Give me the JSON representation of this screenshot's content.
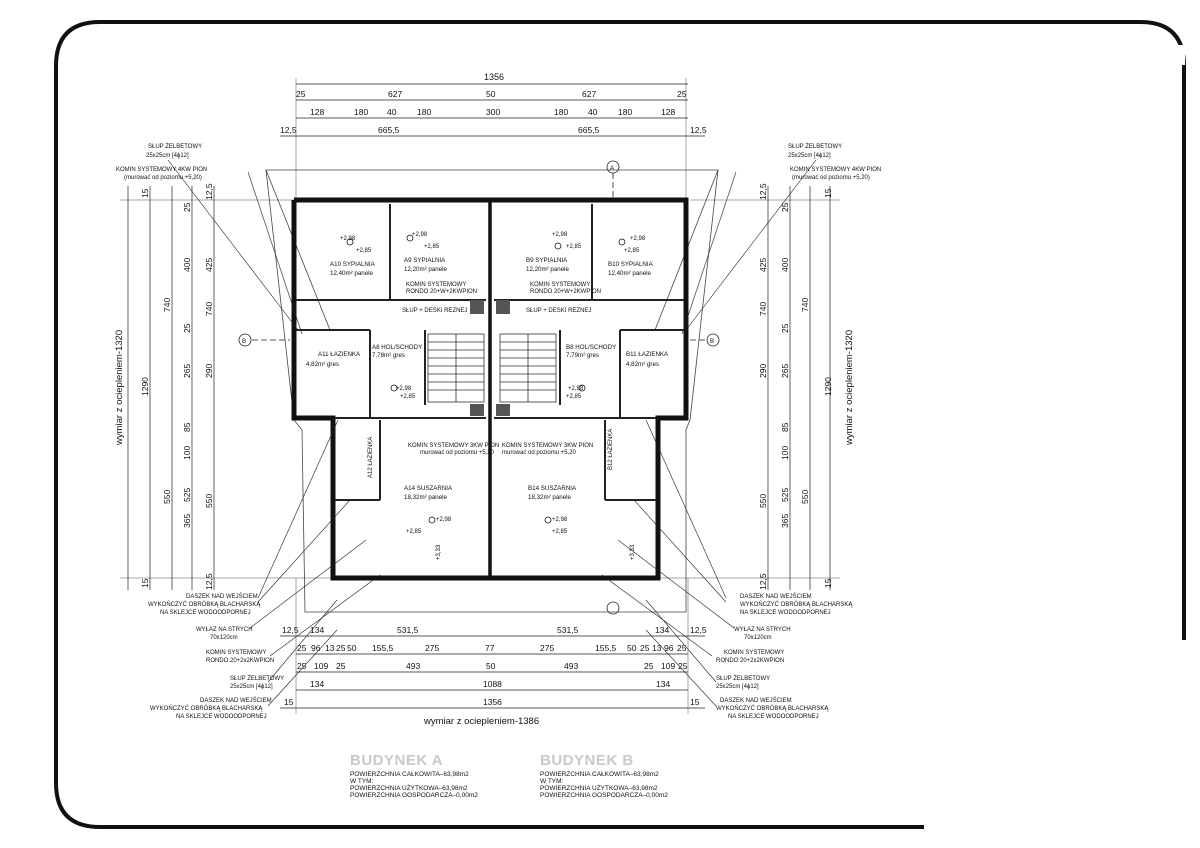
{
  "dims": {
    "top": {
      "overall": "1356",
      "row1": [
        "25",
        "627",
        "50",
        "627",
        "25"
      ],
      "row2": [
        "128",
        "180",
        "40",
        "180",
        "300",
        "180",
        "40",
        "180",
        "128"
      ],
      "row3": [
        "12,5",
        "665,5",
        "665,5",
        "12,5"
      ]
    },
    "bottom": {
      "row1": [
        "12,5",
        "134",
        "531,5",
        "531,5",
        "134",
        "12,5"
      ],
      "row2": [
        "25",
        "96",
        "13",
        "25",
        "50",
        "155,5",
        "275",
        "77",
        "275",
        "155,5",
        "50",
        "25",
        "13",
        "96",
        "25"
      ],
      "row3": [
        "25",
        "109",
        "25",
        "493",
        "50",
        "493",
        "25",
        "109",
        "25"
      ],
      "row4": [
        "134",
        "1088",
        "134"
      ],
      "row5": [
        "15",
        "1356",
        "15"
      ],
      "insulated": "wymiar z ociepleniem-1386"
    },
    "left": {
      "outer": [
        "15",
        "740",
        "1290",
        "550",
        "15"
      ],
      "inner": [
        "25",
        "400",
        "25",
        "265",
        "85",
        "100",
        "365"
      ],
      "mid": [
        "12,5",
        "425",
        "740",
        "290",
        "550",
        "525",
        "12,5"
      ],
      "insulated": "wymiar z ociepleniem-1320"
    },
    "right": {
      "outer": [
        "15",
        "740",
        "1290",
        "550",
        "15"
      ],
      "inner": [
        "25",
        "400",
        "25",
        "265",
        "85",
        "100",
        "365"
      ],
      "mid": [
        "12,5",
        "425",
        "740",
        "290",
        "550",
        "525",
        "12,5"
      ],
      "insulated": "wymiar z ociepleniem-1320"
    }
  },
  "rooms": {
    "a10": {
      "name": "A10 SYPIALNIA",
      "area": "12,40m² panele"
    },
    "a9": {
      "name": "A9 SYPIALNIA",
      "area": "12,20m² panele"
    },
    "b9": {
      "name": "B9 SYPIALNIA",
      "area": "12,20m² panele"
    },
    "b10": {
      "name": "B10 SYPIALNIA",
      "area": "12,40m² panele"
    },
    "a8": {
      "name": "A8 HOL/SCHODY",
      "area": "7,78m² gres"
    },
    "b8": {
      "name": "B8 HOL/SCHODY",
      "area": "7,79m² gres"
    },
    "a11": {
      "name": "A11 ŁAZIENKA",
      "area": "4,82m² gres"
    },
    "b11": {
      "name": "B11 ŁAZIENKA",
      "area": "4,82m² gres"
    },
    "a14": {
      "name": "A14 SUSZARNIA",
      "area": "18,32m² panele"
    },
    "b14": {
      "name": "B14 SUSZARNIA",
      "area": "18,32m² panele"
    },
    "a12": {
      "name": "A12 ŁAZIENKA"
    },
    "b12": {
      "name": "B12 ŁAZIENKA"
    }
  },
  "levels": {
    "l298": "+2,98",
    "l285": "+2,85",
    "l333": "+3,33"
  },
  "notes": {
    "slup_title": "SŁUP ŻELBETOWY",
    "slup_size": "25x25cm [4ɸ12]",
    "komin_4kw": "KOMIN SYSTEMOWY 4KW PION",
    "komin_4kw_sub": "(murować od poziomu +5,20)",
    "komin_3kw": "KOMIN SYSTEMOWY 3KW PION",
    "komin_3kw_sub": "murować od poziomu +5,20",
    "komin_rondo_a": "KOMIN SYSTEMOWY",
    "komin_rondo_b": "RONDO 20+W+2KWPION",
    "komin_rondo2_a": "KOMIN SYSTEMOWY",
    "komin_rondo2_b": "RONDO 20+2x2KWPION",
    "daszek_1": "DASZEK NAD WEJŚCIEM",
    "daszek_2": "WYKOŃCZYĆ OBRÓBKĄ BLACHARSKĄ",
    "daszek_3": "NA SKLEJCE WODOODPORNEJ",
    "wylaz_1": "WYŁAZ NA STRYCH",
    "wylaz_2": "70x120cm",
    "schody": "SŁUP + DESKI REZNEJ",
    "section_a": "A",
    "section_b": "B"
  },
  "summary": {
    "a": {
      "title": "BUDYNEK A",
      "total": "POWIERZCHNIA CAŁKOWITA–63,98m2",
      "wtym": "W TYM:",
      "usable": "POWIERZCHNIA UŻYTKOWA–63,98m2",
      "utility": "POWIERZCHNIA GOSPODARCZA–0,00m2"
    },
    "b": {
      "title": "BUDYNEK B",
      "total": "POWIERZCHNIA CAŁKOWITA–63,98m2",
      "wtym": "W TYM:",
      "usable": "POWIERZCHNIA UŻYTKOWA–63,98m2",
      "utility": "POWIERZCHNIA GOSPODARCZA–0,00m2"
    }
  }
}
